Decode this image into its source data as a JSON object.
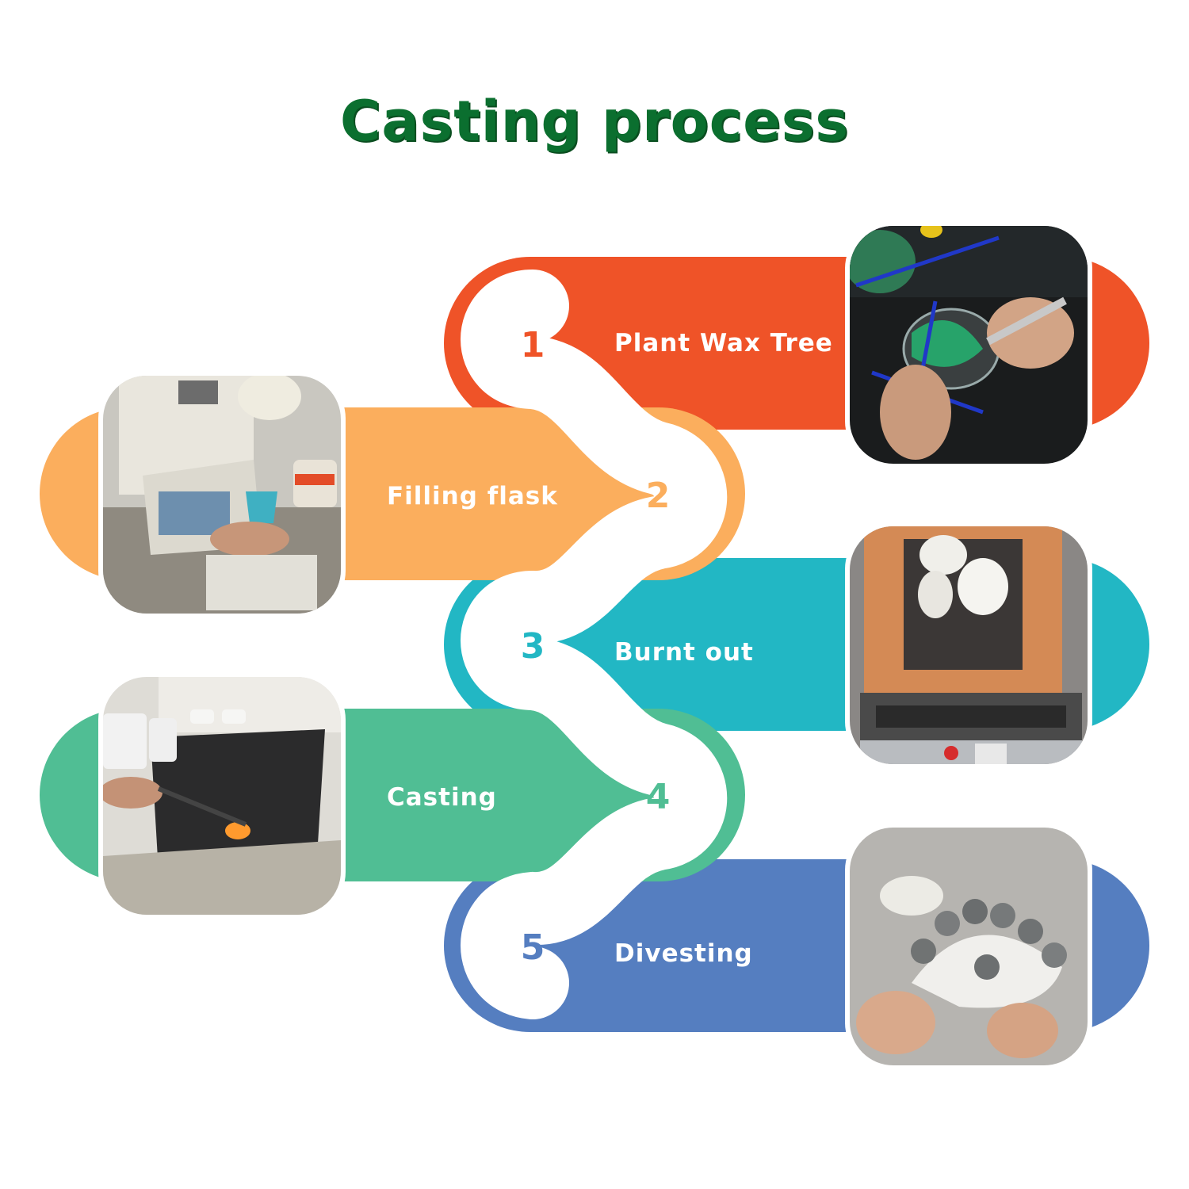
{
  "title": "Casting process",
  "colors": {
    "title": "#0b6f2f",
    "step1": "#ef5328",
    "step2": "#fbae5d",
    "step3": "#22b7c4",
    "step4": "#50be94",
    "step5": "#557ec0"
  },
  "steps": [
    {
      "number": "1",
      "label": "Plant Wax Tree",
      "photo": "wax-tree-assembly-photo"
    },
    {
      "number": "2",
      "label": "Filling flask",
      "photo": "flask-filling-photo"
    },
    {
      "number": "3",
      "label": "Burnt out",
      "photo": "burnout-kiln-photo"
    },
    {
      "number": "4",
      "label": "Casting",
      "photo": "metal-casting-photo"
    },
    {
      "number": "5",
      "label": "Divesting",
      "photo": "divested-castings-photo"
    }
  ]
}
